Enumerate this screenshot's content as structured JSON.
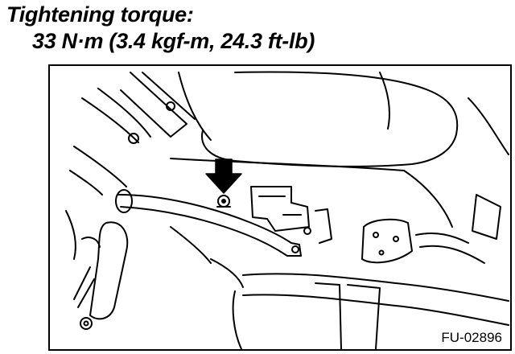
{
  "spec": {
    "label": "Tightening torque:",
    "value": "33 N·m (3.4 kgf-m, 24.3 ft-lb)"
  },
  "figure": {
    "code": "FU-02896",
    "ink_color": "#000000",
    "paper_color": "#ffffff"
  }
}
